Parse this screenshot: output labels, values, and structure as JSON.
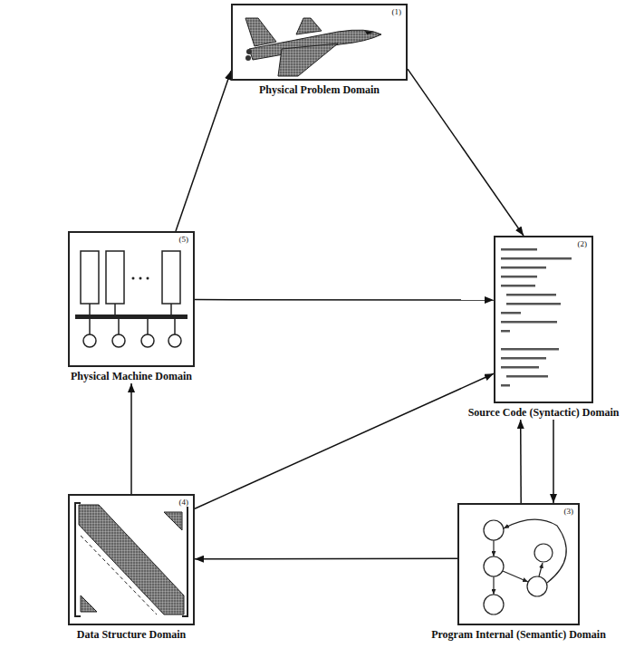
{
  "diagram": {
    "nodes": [
      {
        "text": [
          "(1)",
          "Physical Problem Domain"
        ]
      },
      {
        "text": [
          "(5)",
          "Physical Machine Domain"
        ]
      },
      {
        "text": [
          "(2)",
          "Source Code (Syntactic) Domain"
        ]
      },
      {
        "text": [
          "(4)",
          "Data Structure Domain"
        ]
      },
      {
        "text": [
          "(3)",
          "Program Internal (Semantic) Domain"
        ]
      }
    ],
    "edges": [
      {
        "from": 1,
        "to": 0,
        "arrow": "to"
      },
      {
        "from": 0,
        "to": 2,
        "arrow": "to"
      },
      {
        "from": 1,
        "to": 2,
        "arrow": "to"
      },
      {
        "from": 3,
        "to": 2,
        "arrow": "to"
      },
      {
        "from": 3,
        "to": 1,
        "arrow": "to"
      },
      {
        "from": 4,
        "to": 2,
        "arrow": "to"
      },
      {
        "from": 2,
        "to": 4,
        "arrow": "to"
      },
      {
        "from": 4,
        "to": 3,
        "arrow": "to"
      }
    ]
  }
}
